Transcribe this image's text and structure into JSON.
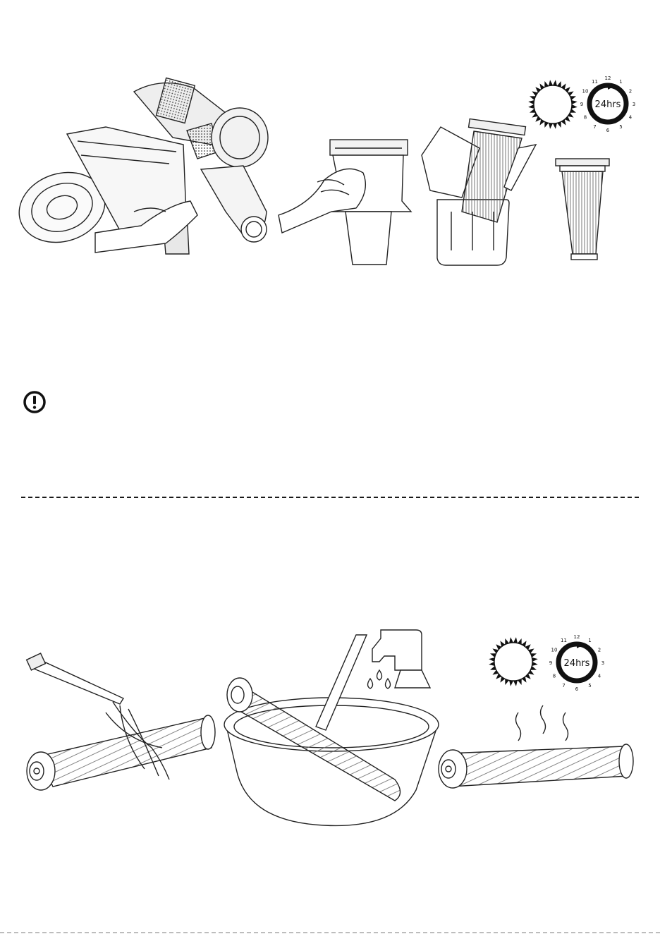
{
  "colors": {
    "ink": "#1a1a1a",
    "gray": "#8a8a8a",
    "light": "#f3f3f3"
  },
  "icons": [
    "warning-icon",
    "sun-icon",
    "clock-24hrs-icon",
    "water-drop-icon",
    "tap-icon",
    "brush-icon",
    "hand-icon"
  ],
  "top_clock": {
    "label": "24hrs",
    "numbers": [
      "12",
      "1",
      "2",
      "3",
      "4",
      "5",
      "6",
      "7",
      "8",
      "9",
      "10",
      "11"
    ]
  },
  "bottom_clock": {
    "label": "24hrs",
    "numbers": [
      "12",
      "1",
      "2",
      "3",
      "4",
      "5",
      "6",
      "7",
      "8",
      "9",
      "10",
      "11"
    ]
  }
}
